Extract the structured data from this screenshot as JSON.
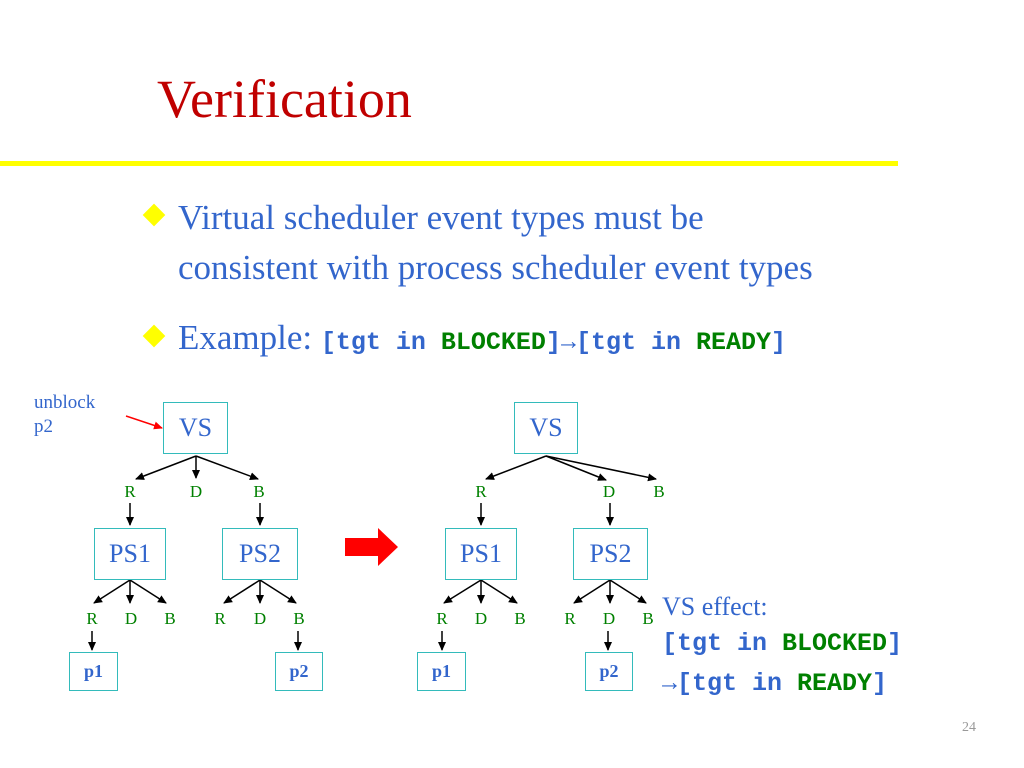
{
  "slide": {
    "title": "Verification",
    "bullets": [
      {
        "line1": "Virtual scheduler event types must be",
        "line2": "consistent with process scheduler event types"
      },
      {
        "label": "Example: ",
        "code_a": "[tgt in ",
        "code_b": "BLOCKED",
        "code_c": "]→[tgt in ",
        "code_d": "READY",
        "code_e": "]"
      }
    ],
    "page_number": "24"
  },
  "diagram": {
    "annotation_line1": "unblock",
    "annotation_line2": "p2",
    "before": {
      "vs": "VS",
      "vs_labels": [
        "R",
        "D",
        "B"
      ],
      "ps1": "PS1",
      "ps1_labels": [
        "R",
        "D",
        "B"
      ],
      "ps2": "PS2",
      "ps2_labels": [
        "R",
        "D",
        "B"
      ],
      "p1": "p1",
      "p2": "p2"
    },
    "after": {
      "vs": "VS",
      "vs_labels": [
        "R",
        "D",
        "B"
      ],
      "ps1": "PS1",
      "ps1_labels": [
        "R",
        "D",
        "B"
      ],
      "ps2": "PS2",
      "ps2_labels": [
        "R",
        "D",
        "B"
      ],
      "p1": "p1",
      "p2": "p2"
    },
    "effect": {
      "label": "VS effect:",
      "line1_a": "[tgt in ",
      "line1_b": "BLOCKED",
      "line1_c": "]",
      "line2_a": "→[tgt in ",
      "line2_b": "READY",
      "line2_c": "]"
    }
  },
  "colors": {
    "title": "#c00000",
    "text": "#3366cc",
    "keyword": "#008000",
    "rule": "#ffff00",
    "box_border": "#33bbbb",
    "arrow": "#ff0000"
  }
}
